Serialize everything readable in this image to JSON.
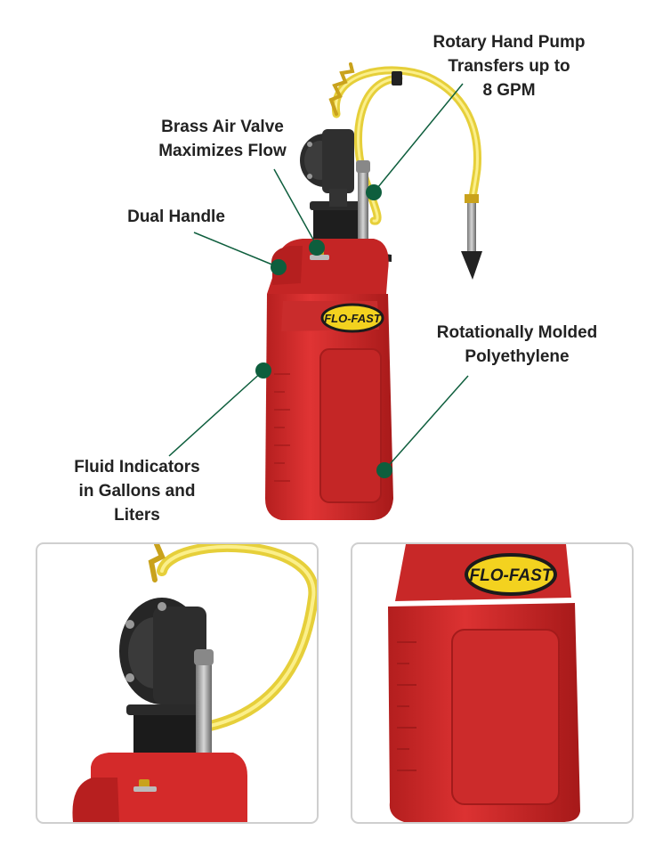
{
  "colors": {
    "tank_red": "#d42a2a",
    "hose_yellow": "#f0dc4a",
    "callout_dot": "#0e5e3d",
    "callout_text": "#222222",
    "panel_border": "#cfcfcf"
  },
  "callouts": {
    "rotary_pump": {
      "line1": "Rotary Hand Pump",
      "line2": "Transfers up to",
      "line3": "8 GPM"
    },
    "air_valve": {
      "line1": "Brass Air Valve",
      "line2": "Maximizes Flow"
    },
    "dual_handle": {
      "line1": "Dual Handle"
    },
    "molded": {
      "line1": "Rotationally Molded",
      "line2": "Polyethylene"
    },
    "fluid_indicators": {
      "line1": "Fluid Indicators",
      "line2": "in Gallons and",
      "line3": "Liters"
    }
  },
  "brand": {
    "logo_text": "FLO-FAST"
  },
  "panels": {
    "left": {
      "subject": "pump-closeup"
    },
    "right": {
      "subject": "tank-body-closeup"
    }
  }
}
